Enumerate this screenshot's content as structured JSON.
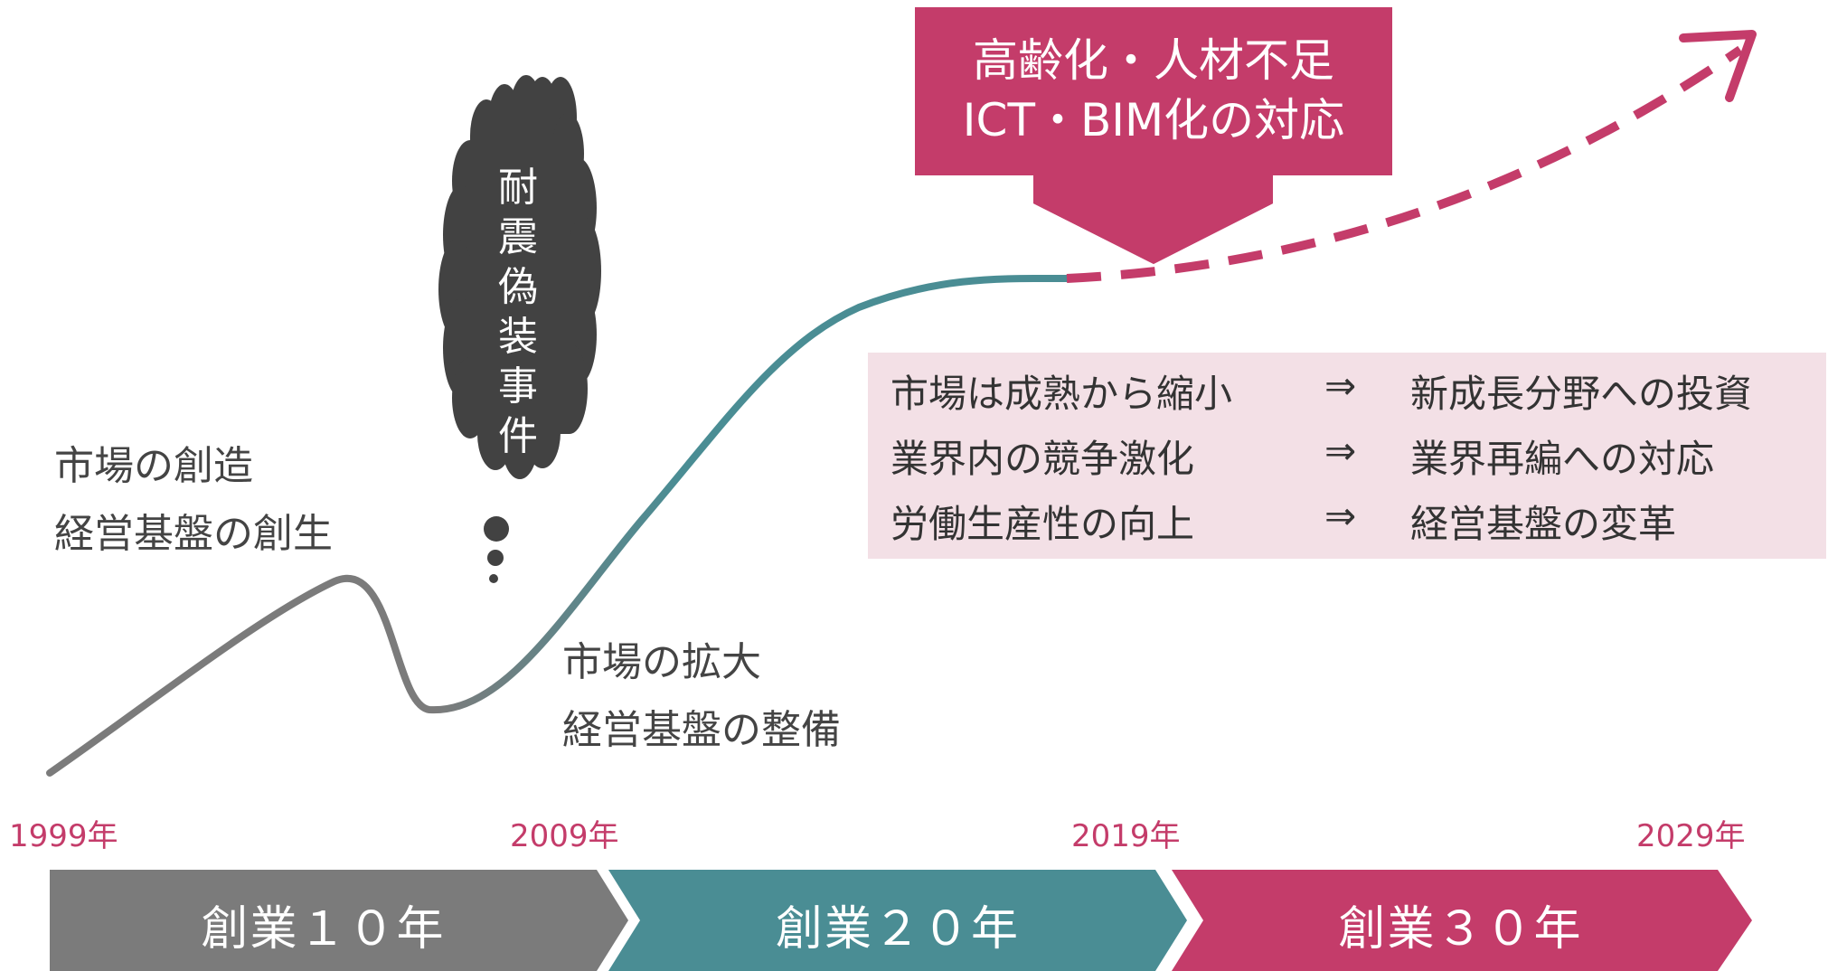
{
  "years": [
    "1999年",
    "2009年",
    "2019年",
    "2029年"
  ],
  "eras": [
    "創業１０年",
    "創業２０年",
    "創業３０年"
  ],
  "phases": [
    {
      "line1": "市場の創造",
      "line2": "経営基盤の創生"
    },
    {
      "line1": "市場の拡大",
      "line2": "経営基盤の整備"
    }
  ],
  "event_cloud": "耐震偽装事件",
  "callout": {
    "line1": "高齢化・人材不足",
    "line2": "ICT・BIM化の対応"
  },
  "strategies": [
    {
      "from": "市場は成熟から縮小",
      "arrow": "⇒",
      "to": "新成長分野への投資"
    },
    {
      "from": "業界内の競争激化",
      "arrow": "⇒",
      "to": "業界再編への対応"
    },
    {
      "from": "労働生産性の向上",
      "arrow": "⇒",
      "to": "経営基盤の変革"
    }
  ],
  "colors": {
    "gray": "#7b7b7b",
    "teal": "#4a8d94",
    "magenta": "#c43c6a",
    "cloud": "#424242",
    "strategy_bg": "#f3e0e6"
  }
}
